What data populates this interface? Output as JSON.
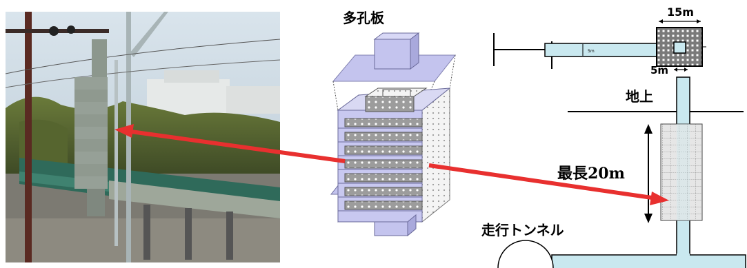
{
  "labels": {
    "porous_plate": "多孔板",
    "width_top": "15m",
    "width_shaft": "5m",
    "ground": "地上",
    "max_length": "最長20m",
    "running_tunnel": "走行トンネル",
    "plan_small_dim": "5m"
  },
  "icons": {
    "arrow_left": "red-double-arrow",
    "arrow_right": "red-double-arrow",
    "dimension_arrow": "vertical-dimension-arrow"
  },
  "colors": {
    "arrow_red": "#e8302f",
    "shaft_fill": "#c9e8ef",
    "block_purple": "#b9b9ea",
    "block_gray": "#c8c8c8",
    "plate_lavender": "#c4c4ee"
  }
}
